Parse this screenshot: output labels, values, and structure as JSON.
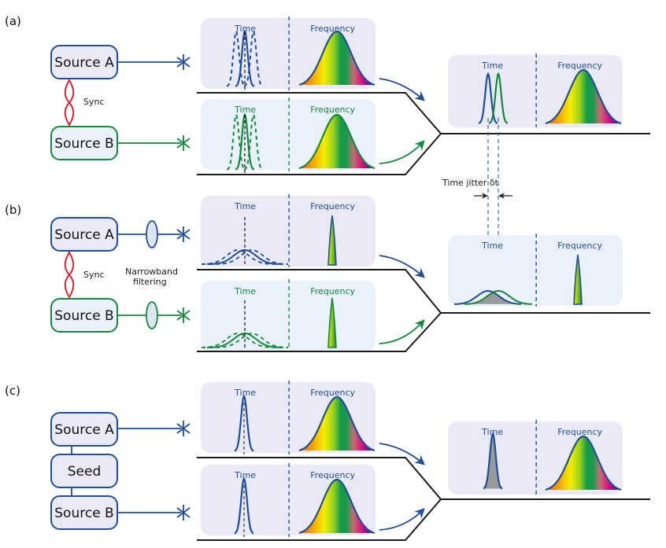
{
  "figure": {
    "panels": [
      {
        "id": "a",
        "label": "(a)",
        "source_a": "Source A",
        "source_b": "Source B",
        "link_label": "Sync",
        "filter_label": null,
        "input_a": {
          "time": "Time",
          "frequency": "Frequency",
          "time_profile": "jittered-narrow",
          "spectrum": "broadband"
        },
        "input_b": {
          "time": "Time",
          "frequency": "Frequency",
          "time_profile": "jittered-narrow",
          "spectrum": "broadband"
        },
        "output": {
          "time": "Time",
          "frequency": "Frequency",
          "time_profile": "offset-pair",
          "spectrum": "broadband"
        }
      },
      {
        "id": "b",
        "label": "(b)",
        "source_a": "Source A",
        "source_b": "Source B",
        "link_label": "Sync",
        "filter_label_line1": "Narrowband",
        "filter_label_line2": "filtering",
        "input_a": {
          "time": "Time",
          "frequency": "Frequency",
          "time_profile": "broad",
          "spectrum": "narrowband"
        },
        "input_b": {
          "time": "Time",
          "frequency": "Frequency",
          "time_profile": "broad",
          "spectrum": "narrowband"
        },
        "output": {
          "time": "Time",
          "frequency": "Frequency",
          "time_profile": "broad-overlap",
          "spectrum": "narrowband"
        }
      },
      {
        "id": "c",
        "label": "(c)",
        "source_a": "Source A",
        "source_b": "Source B",
        "seed_label": "Seed",
        "input_a": {
          "time": "Time",
          "frequency": "Frequency",
          "time_profile": "narrow",
          "spectrum": "broadband"
        },
        "input_b": {
          "time": "Time",
          "frequency": "Frequency",
          "time_profile": "narrow",
          "spectrum": "broadband"
        },
        "output": {
          "time": "Time",
          "frequency": "Frequency",
          "time_profile": "narrow-filled",
          "spectrum": "broadband"
        }
      }
    ],
    "jitter_label": "Time jitter δt",
    "colors": {
      "blue": "#1f4e9c",
      "green": "#138a3b",
      "red": "#e0101c",
      "panel_bg_blue": "#e9eaf5",
      "panel_bg_light": "#eaf1fb",
      "box_fill": "#e9eaf5",
      "line": "#1a1a1a",
      "overlap_gray": "#9a9a9a"
    }
  }
}
